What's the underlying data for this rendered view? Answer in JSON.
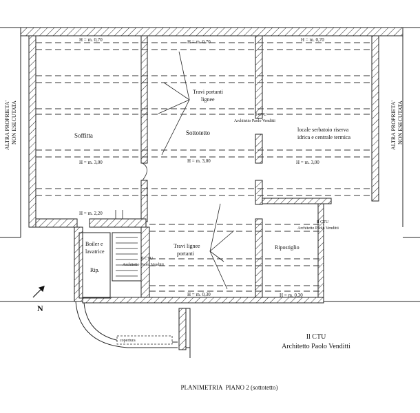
{
  "labels": {
    "h070_left": "H = m. 0,70",
    "h070_center": "H = m. 0,70",
    "h070_right": "H = m. 0,70",
    "h300_left": "H = m. 3,00",
    "h300_center": "H = m. 3,00",
    "h300_right": "H = m. 3,00",
    "h220": "H = m. 2,20",
    "h030_center": "H = m. 0,30",
    "h030_right": "H = m. 0,30",
    "travi_portanti_line1": "Travi portanti",
    "travi_portanti_line2": "lignee",
    "soffitta": "Soffitta",
    "sottotetto": "Sottotetto",
    "locale_line1": "locale serbatoio riserva",
    "locale_line2": "idrica e centrale termica",
    "boiler_line1": "Boiler e",
    "boiler_line2": "lavatrice",
    "rip": "Rip.",
    "travi_lignee_line1": "Travi lignee",
    "travi_lignee_line2": "portanti",
    "ripostiglio": "Ripostiglio",
    "copertura": "copertura",
    "altra_left_line1": "ALTRA PROPRIETA'",
    "altra_left_line2": "NON ESECUTATA",
    "altra_right_line1": "ALTRA PROPRIETA'",
    "altra_right_line2": "NON ESECUTATA",
    "north": "N"
  },
  "stamps": {
    "stamp1_line1": "Il CTU",
    "stamp1_line2": "Architetto Paolo Venditti",
    "stamp2_line1": "Il CTU",
    "stamp2_line2": "Architetto Paolo Venditti",
    "stamp3_line1": "Il CTU",
    "stamp3_line2": "Architetto Paolo Venditti"
  },
  "signature": {
    "line1": "Il CTU",
    "line2": "Architetto Paolo Venditti"
  },
  "title": "PLANIMETRIA  PIANO 2 (sottotetto)"
}
